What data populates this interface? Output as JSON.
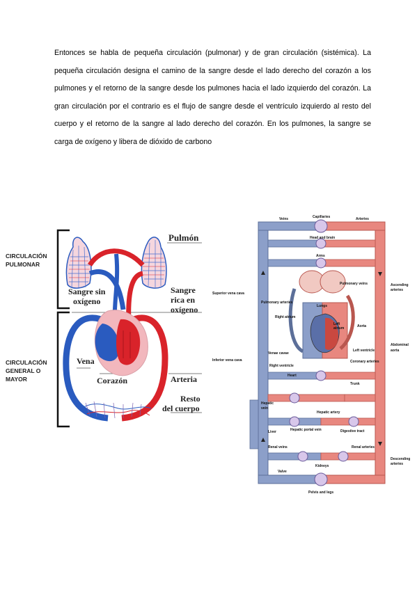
{
  "paragraph": "Entonces se habla de pequeña circulación (pulmonar) y de gran circulación (sistémica). La pequeña circulación designa el camino de la sangre desde el lado derecho del corazón a los pulmones y el retorno de la sangre desde los pulmones hacia el lado izquierdo del corazón. La gran circulación por el contrario es el flujo de sangre desde el ventrículo izquierdo al resto del cuerpo y el retorno de la sangre al lado derecho del corazón. En los pulmones, la sangre se carga de oxígeno y libera de dióxido de carbono",
  "left_figure": {
    "circ_pulmonar": [
      "CIRCULACIÓN",
      "PULMONAR"
    ],
    "circ_general": [
      "CIRCULACIÓN",
      "GENERAL O",
      "MAYOR"
    ],
    "pulmon": "Pulmón",
    "sangre_sin": [
      "Sangre sin",
      "oxígeno"
    ],
    "sangre_rica": [
      "Sangre",
      "rica en",
      "oxígeno"
    ],
    "vena": "Vena",
    "corazon": "Corazón",
    "arteria": "Arteria",
    "resto": [
      "Resto",
      "del cuerpo"
    ]
  },
  "right_figure": {
    "veins": "Veins",
    "capillaries": "Capillaries",
    "arteries": "Arteries",
    "head_brain": "Head and brain",
    "arms": "Arms",
    "superior_vena_cava": "Superior vena cava",
    "pulmonary_veins": "Pulmonary veins",
    "ascending_arteries": [
      "Ascending",
      "arteries"
    ],
    "pulmonary_arteries": "Pulmonary arteries",
    "lungs": "Lungs",
    "right_atrium": "Right atrium",
    "left_atrium": [
      "Left",
      "atrium"
    ],
    "aorta": "Aorta",
    "inferior_vena_cava": "Inferior vena cava",
    "venae_cavae": "Venae cavae",
    "left_ventricle": "Left ventricle",
    "abdominal_aorta": [
      "Abdominal",
      "aorta"
    ],
    "right_ventricle": "Right ventricle",
    "coronary_arteries": "Coronary arteries",
    "heart": "Heart",
    "trunk": "Trunk",
    "hepatic_vein": [
      "Hepatic",
      "vein"
    ],
    "hepatic_artery": "Hepatic artery",
    "liver": "Liver",
    "hepatic_portal_vein": "Hepatic portal vein",
    "digestive_tract": "Digestive tract",
    "renal_veins": "Renal veins",
    "renal_arteries": "Renal arteries",
    "descending_arteries": [
      "Descending",
      "arteries"
    ],
    "kidneys": "Kidneys",
    "valve": "Valve",
    "pelvis_legs": "Pelvis and legs"
  },
  "colors": {
    "blood_blue": "#2a5bbf",
    "blood_red": "#d9232a",
    "vessel_blue": "#8c9fc9",
    "vessel_red": "#e8877f"
  }
}
